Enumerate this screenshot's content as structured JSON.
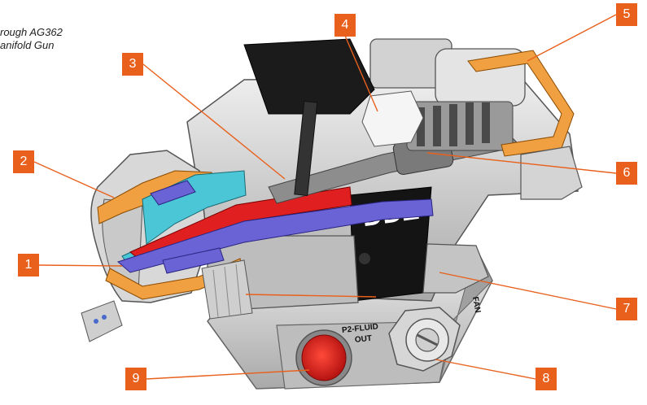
{
  "caption": {
    "line1": "rough AG362",
    "line2": "anifold Gun"
  },
  "body_text": {
    "brand": "DDZ",
    "p2_label": "P2-FLUID",
    "out_label": "OUT",
    "fan_label": "FAN"
  },
  "callouts": [
    {
      "id": "1",
      "label": "1"
    },
    {
      "id": "2",
      "label": "2"
    },
    {
      "id": "3",
      "label": "3"
    },
    {
      "id": "4",
      "label": "4"
    },
    {
      "id": "5",
      "label": "5"
    },
    {
      "id": "6",
      "label": "6"
    },
    {
      "id": "7",
      "label": "7"
    },
    {
      "id": "8",
      "label": "8"
    },
    {
      "id": "9",
      "label": "9"
    }
  ],
  "colors": {
    "callout": "#e8601c",
    "orange_part": "#f0a040",
    "cyan_part": "#4ac6d6",
    "blue_part": "#6a63d6",
    "red_part": "#e02020",
    "body_dark": "#1a1a1a",
    "body_grey": "#c8c8c8"
  }
}
